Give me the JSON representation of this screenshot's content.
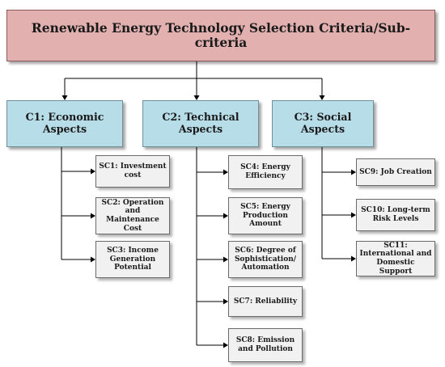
{
  "title": "Renewable Energy Technology Selection Criteria/Sub-criteria",
  "criteria": [
    {
      "label": "C1: Economic Aspects",
      "subcriteria": [
        "SC1: Investment cost",
        "SC2: Operation and Maintenance Cost",
        "SC3: Income Generation Potential"
      ]
    },
    {
      "label": "C2: Technical Aspects",
      "subcriteria": [
        "SC4: Energy Efficiency",
        "SC5: Energy Production Amount",
        "SC6: Degree of Sophistication/ Automation",
        "SC7: Reliability",
        "SC8: Emission and Pollution"
      ]
    },
    {
      "label": "C3: Social Aspects",
      "subcriteria": [
        "SC9: Job Creation",
        "SC10: Long-term Risk Levels",
        "SC11: International and Domestic Support"
      ]
    }
  ],
  "colors": {
    "root_fill": "#e3b0b0",
    "criteria_fill": "#b7dde8",
    "subcriteria_fill": "#f1f1f1",
    "connector": "#000000"
  }
}
